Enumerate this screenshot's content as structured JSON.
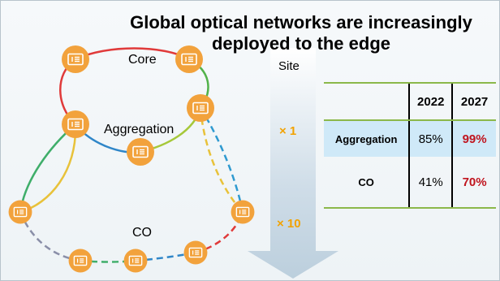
{
  "title": "Global optical networks are increasingly deployed to the edge",
  "labels": {
    "core": "Core",
    "aggregation": "Aggregation",
    "co": "CO"
  },
  "site": "Site",
  "multipliers": [
    "× 1",
    "× 10"
  ],
  "table": {
    "headers": [
      "",
      "2022",
      "2027"
    ],
    "rows": [
      {
        "name": "Aggregation",
        "v2022": "85%",
        "v2027": "99%"
      },
      {
        "name": "CO",
        "v2022": "41%",
        "v2027": "70%"
      }
    ]
  },
  "colors": {
    "node": "#f2a23c",
    "highlight_row": "#cfe9f8",
    "rule": "#8bb84a",
    "emphasis": "#c0141e",
    "multiplier": "#f2a200"
  }
}
